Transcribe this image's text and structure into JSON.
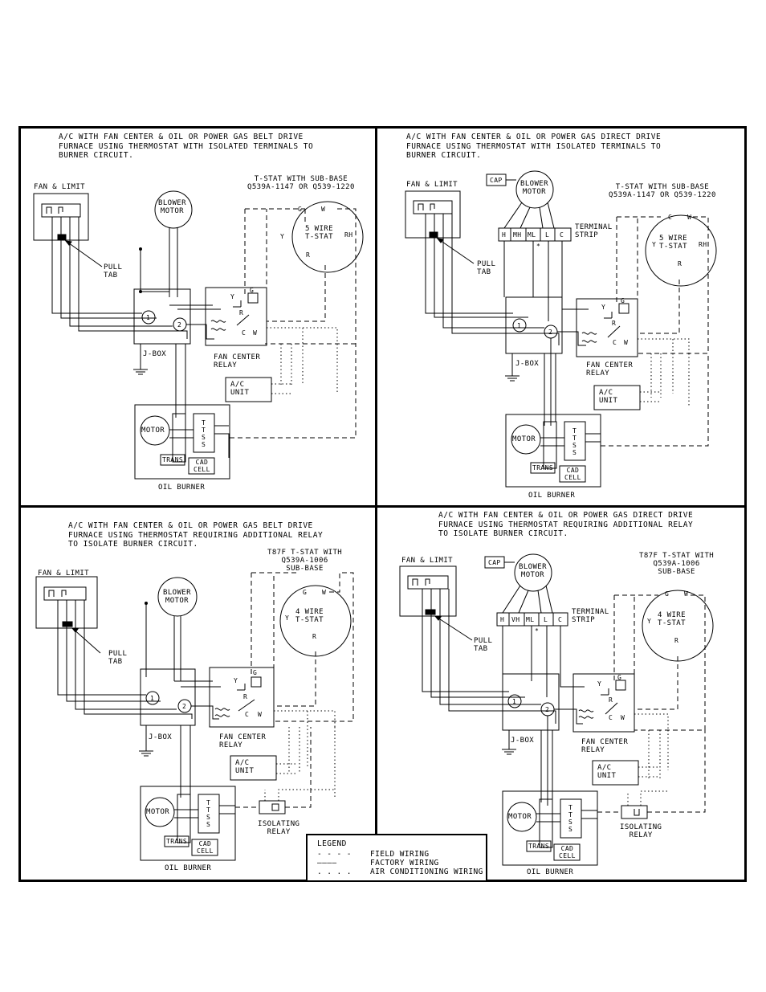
{
  "panels": [
    {
      "title": "A/C WITH FAN CENTER & OIL OR POWER GAS BELT DRIVE\nFURNACE USING THERMOSTAT WITH ISOLATED TERMINALS TO\nBURNER CIRCUIT.",
      "fan_limit": "FAN & LIMIT",
      "blower": "BLOWER\nMOTOR",
      "tstat_caption": "T-STAT WITH SUB-BASE\nQ539A-1147 OR Q539-1220",
      "tstat_name": "5 WIRE\nT-STAT",
      "pull_tab": "PULL\nTAB",
      "jbox": "J-BOX",
      "fan_center_relay": "FAN CENTER\nRELAY",
      "ac_unit": "A/C\nUNIT",
      "motor": "MOTOR",
      "ttss": "T\nT\nS\nS",
      "trans": "TRANS",
      "cad_cell": "CAD\nCELL",
      "oil_burner": "OIL BURNER"
    },
    {
      "title": "A/C WITH FAN CENTER & OIL OR POWER GAS DIRECT DRIVE\nFURNACE USING THERMOSTAT WITH ISOLATED TERMINALS TO\nBURNER CIRCUIT.",
      "fan_limit": "FAN & LIMIT",
      "cap": "CAP",
      "blower": "BLOWER\nMOTOR",
      "terminal_strip": "TERMINAL\nSTRIP",
      "strip_terminals": [
        "H",
        "MH",
        "ML",
        "L",
        "C"
      ],
      "tstat_caption": "T-STAT WITH SUB-BASE\nQ539A-1147 OR Q539-1220",
      "tstat_name": "5 WIRE\nT-STAT",
      "pull_tab": "PULL\nTAB",
      "jbox": "J-BOX",
      "fan_center_relay": "FAN CENTER\nRELAY",
      "ac_unit": "A/C\nUNIT",
      "motor": "MOTOR",
      "ttss": "T\nT\nS\nS",
      "trans": "TRANS",
      "cad_cell": "CAD\nCELL",
      "oil_burner": "OIL BURNER"
    },
    {
      "title": "A/C WITH FAN CENTER & OIL OR POWER GAS BELT DRIVE\nFURNACE USING THERMOSTAT REQUIRING ADDITIONAL RELAY\nTO ISOLATE BURNER CIRCUIT.",
      "fan_limit": "FAN & LIMIT",
      "blower": "BLOWER\nMOTOR",
      "tstat_caption": "T87F T-STAT WITH\nQ539A-1006\nSUB-BASE",
      "tstat_name": "4 WIRE\nT-STAT",
      "pull_tab": "PULL\nTAB",
      "jbox": "J-BOX",
      "fan_center_relay": "FAN CENTER\nRELAY",
      "ac_unit": "A/C\nUNIT",
      "motor": "MOTOR",
      "ttss": "T\nT\nS\nS",
      "trans": "TRANS",
      "cad_cell": "CAD\nCELL",
      "oil_burner": "OIL BURNER",
      "isolating_relay": "ISOLATING\nRELAY"
    },
    {
      "title": "A/C WITH FAN CENTER & OIL OR POWER GAS DIRECT DRIVE\nFURNACE USING THERMOSTAT REQUIRING ADDITIONAL RELAY\nTO ISOLATE BURNER CIRCUIT.",
      "fan_limit": "FAN & LIMIT",
      "cap": "CAP",
      "blower": "BLOWER\nMOTOR",
      "terminal_strip": "TERMINAL\nSTRIP",
      "strip_terminals": [
        "H",
        "VH",
        "ML",
        "L",
        "C"
      ],
      "tstat_caption": "T87F T-STAT WITH\nQ539A-1006\nSUB-BASE",
      "tstat_name": "4 WIRE\nT-STAT",
      "pull_tab": "PULL\nTAB",
      "jbox": "J-BOX",
      "fan_center_relay": "FAN CENTER\nRELAY",
      "ac_unit": "A/C\nUNIT",
      "motor": "MOTOR",
      "ttss": "T\nT\nS\nS",
      "trans": "TRANS",
      "cad_cell": "CAD\nCELL",
      "oil_burner": "OIL BURNER",
      "isolating_relay": "ISOLATING\nRELAY"
    }
  ],
  "terminals": {
    "g": "G",
    "w": "W",
    "y": "Y",
    "r": "R",
    "rh": "RH",
    "c": "C",
    "one": "1",
    "two": "2",
    "star": "*"
  },
  "legend": {
    "title": "LEGEND",
    "items": [
      {
        "symbol": "- - - -",
        "label": "FIELD WIRING"
      },
      {
        "symbol": "————",
        "label": "FACTORY WIRING"
      },
      {
        "symbol": ". . . .",
        "label": "AIR CONDITIONING WIRING"
      }
    ]
  }
}
